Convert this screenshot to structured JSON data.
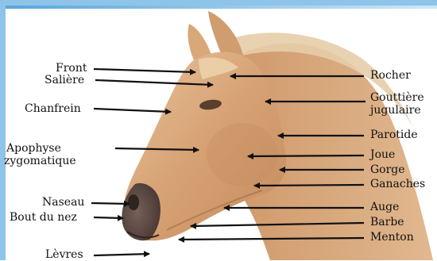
{
  "diagram": {
    "labels_left": {
      "front": "Front",
      "saliere": "Salière",
      "chanfrein": "Chanfrein",
      "apophyse_line1": "Apophyse",
      "apophyse_line2": "zygomatique",
      "naseau": "Naseau",
      "bout_du_nez": "Bout du nez",
      "levres": "Lèvres"
    },
    "labels_right": {
      "rocher": "Rocher",
      "gouttiere_line1": "Gouttière",
      "gouttiere_line2": "jugulaire",
      "parotide": "Parotide",
      "joue": "Joue",
      "gorge": "Gorge",
      "ganaches": "Ganaches",
      "auge": "Auge",
      "barbe": "Barbe",
      "menton": "Menton"
    },
    "colors": {
      "coat": "#d9a878",
      "coat_dark": "#b98458",
      "mane": "#e2c7a1",
      "muzzle": "#5d4a44",
      "frame": "#8ec4e9"
    }
  }
}
